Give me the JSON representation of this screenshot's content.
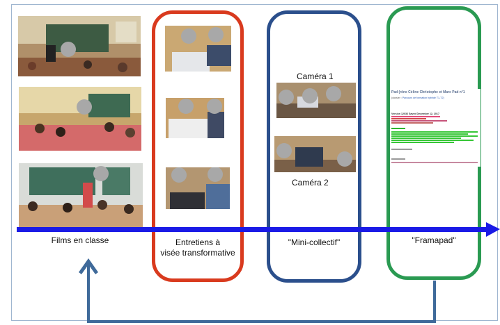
{
  "colors": {
    "timeline_arrow": "#1a1ae6",
    "feedback_arrow": "#3f6a9a",
    "box_entretiens": "#d93a1e",
    "box_mini_collectif": "#2b4f8c",
    "box_framapad": "#2a9a52"
  },
  "labels": {
    "films": "Films en classe",
    "entretiens": "Entretiens à\nvisée transformative",
    "mini_collectif": "\"Mini-collectif\"",
    "framapad": "\"Framapad\"",
    "camera1": "Caméra 1",
    "camera2": "Caméra 2"
  },
  "pad": {
    "title": "Pad (rêne Céline Christophe et Marc Pad n°1",
    "subtitle_prefix": "(dossier : ",
    "subtitle_link": "Parcours de formation hybride T1-T2)",
    "version": "Version 12036 Saved December 12, 2017"
  },
  "icons": {
    "timeline": "right-arrow-icon",
    "feedback": "up-arrow-icon"
  }
}
